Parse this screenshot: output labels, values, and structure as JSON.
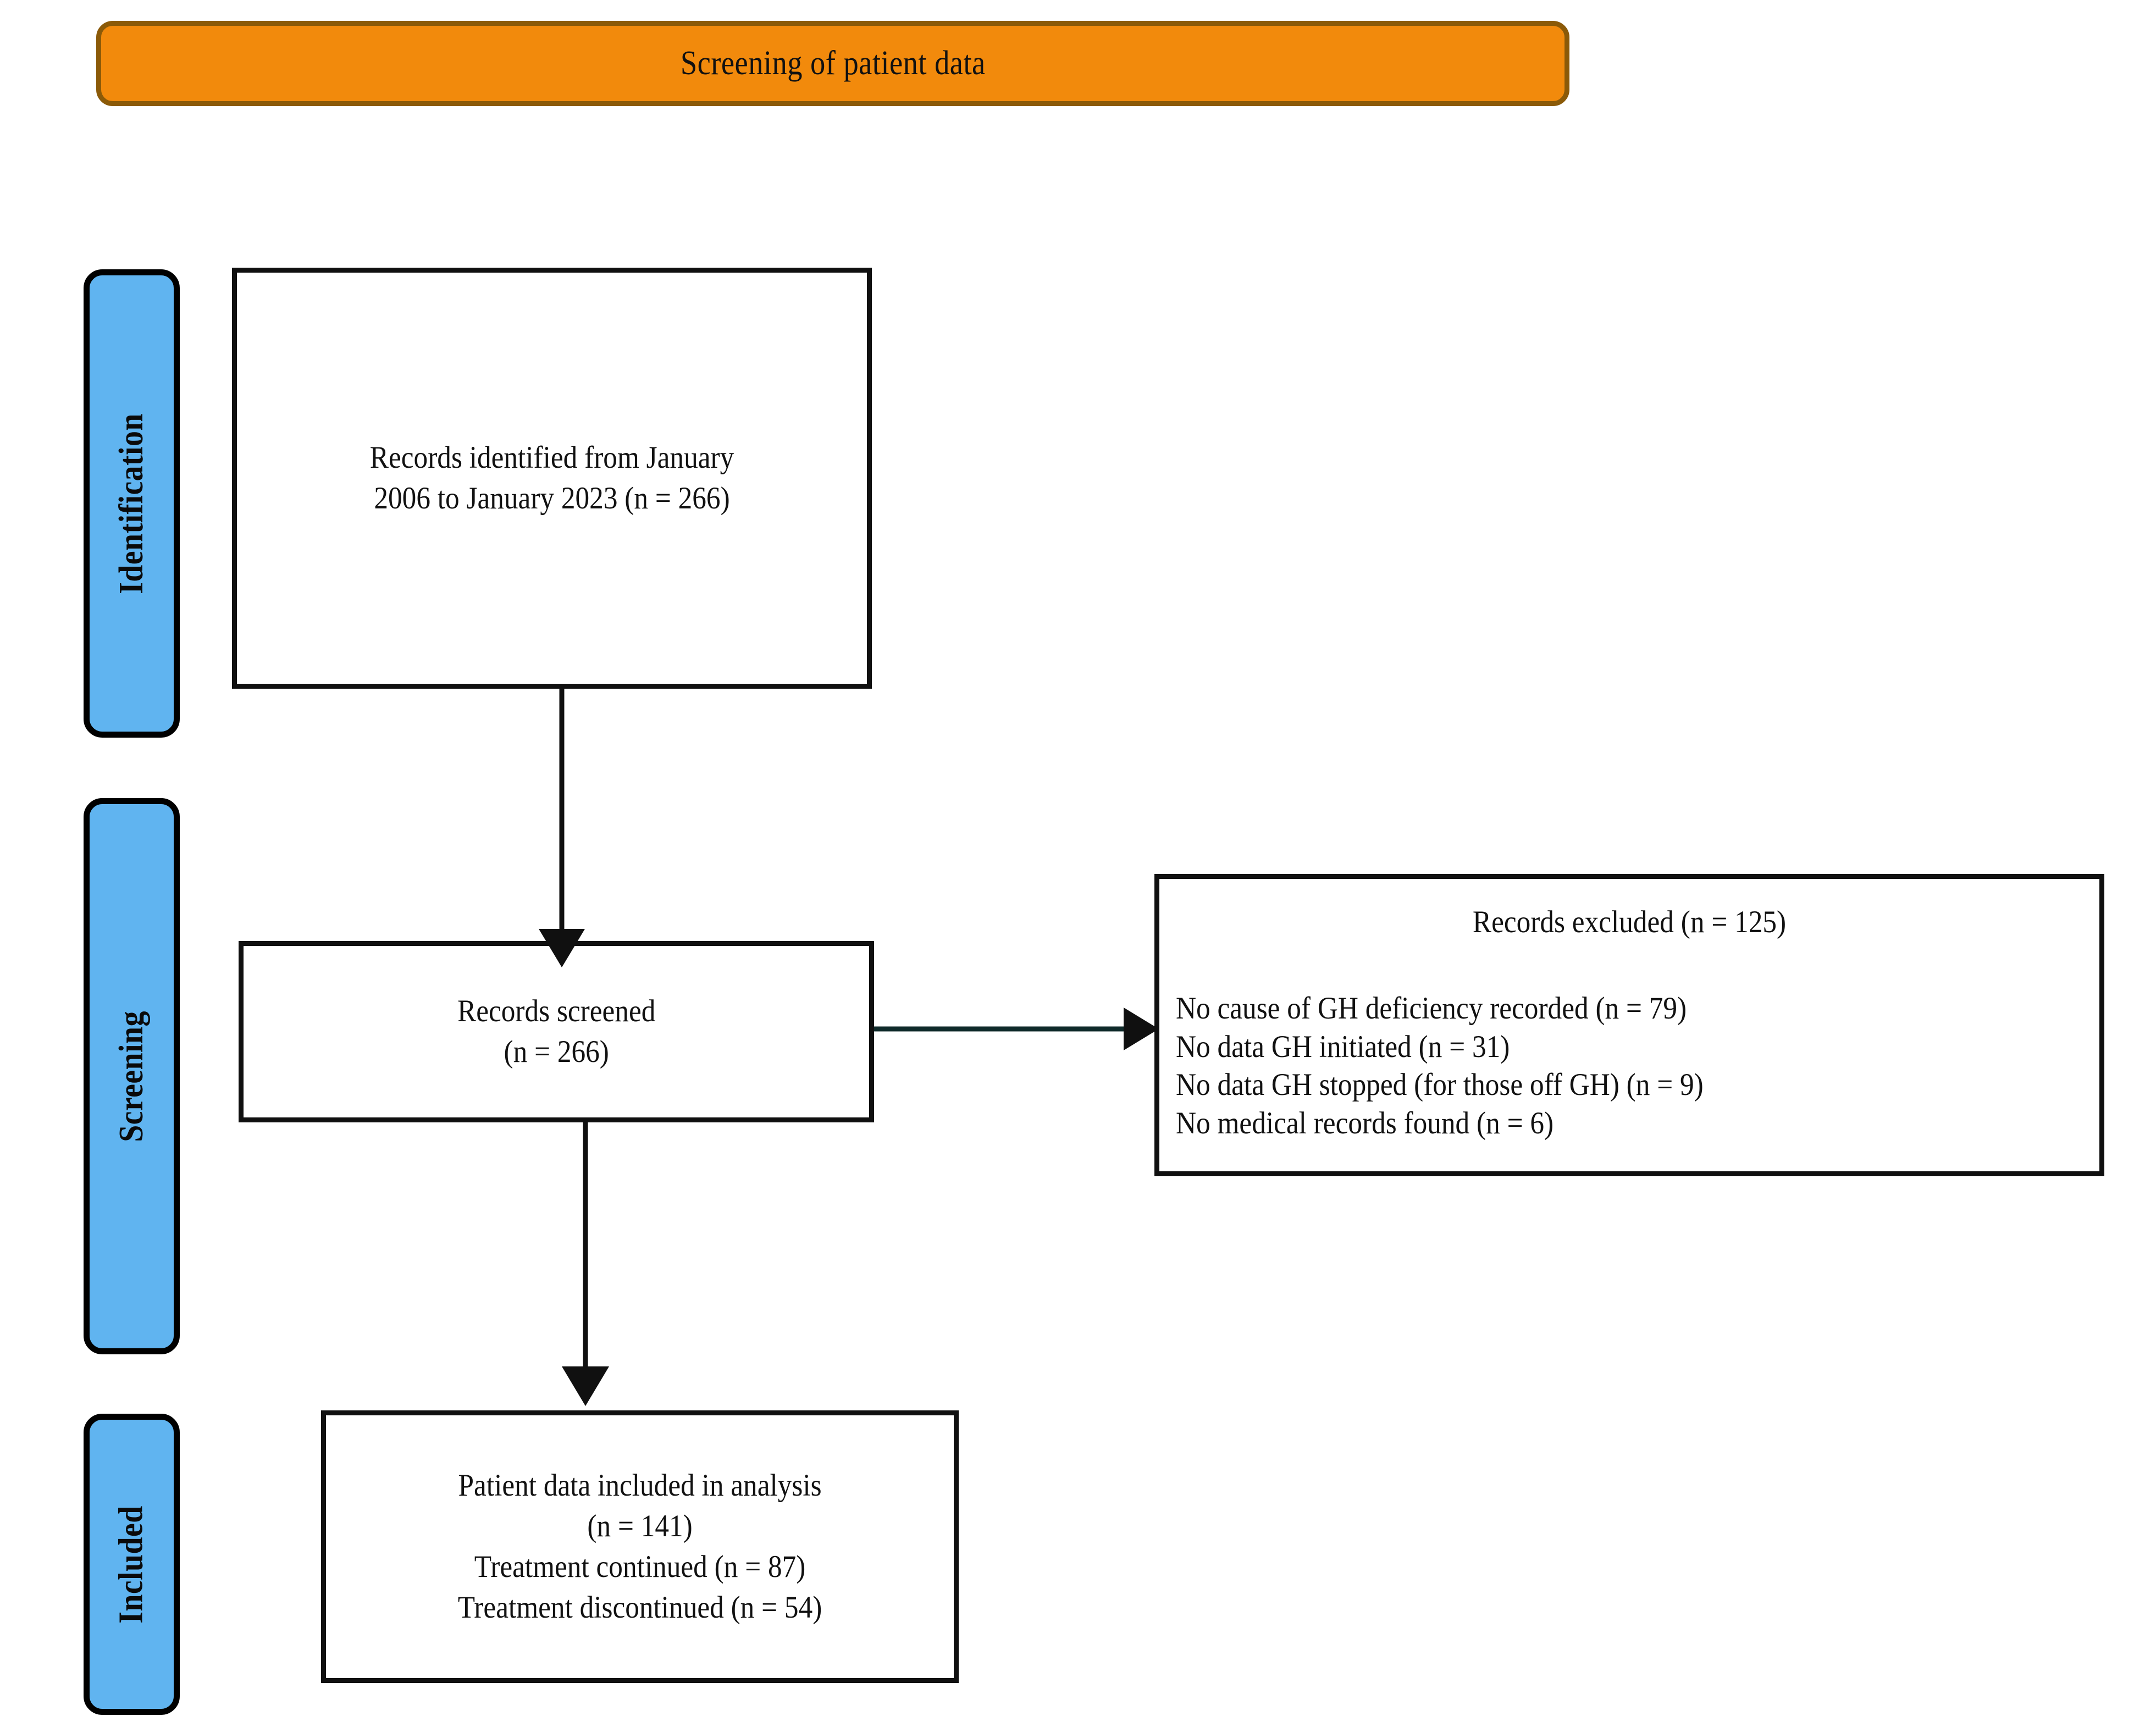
{
  "header": {
    "title": "Screening of patient data",
    "fill_color": "#F28A0C",
    "border_color": "#8B5A08"
  },
  "stages": [
    {
      "id": "identification",
      "label": "Identification",
      "fill_color": "#60B4F0"
    },
    {
      "id": "screening",
      "label": "Screening",
      "fill_color": "#60B4F0"
    },
    {
      "id": "included",
      "label": "Included",
      "fill_color": "#60B4F0"
    }
  ],
  "boxes": {
    "identified": {
      "lines": [
        "Records identified from January",
        "2006 to January 2023 (n = 266)"
      ]
    },
    "screened": {
      "lines": [
        "Records screened",
        "(n = 266)"
      ]
    },
    "excluded": {
      "title": "Records excluded (n = 125)",
      "items": [
        "No cause of GH deficiency recorded (n = 79)",
        "No data GH initiated (n = 31)",
        "No data GH stopped (for those off GH) (n = 9)",
        "No medical records found (n = 6)"
      ]
    },
    "included": {
      "lines": [
        "Patient data included in analysis",
        "(n = 141)",
        "Treatment continued (n = 87)",
        "Treatment discontinued (n = 54)"
      ]
    }
  },
  "connectors": [
    {
      "id": "identified-to-screened",
      "direction": "down"
    },
    {
      "id": "screened-to-excluded",
      "direction": "right"
    },
    {
      "id": "screened-to-included",
      "direction": "down"
    }
  ],
  "chart_data": {
    "type": "diagram",
    "title": "Screening of patient data",
    "diagram_kind": "prisma-flow",
    "stages": [
      "Identification",
      "Screening",
      "Included"
    ],
    "nodes": [
      {
        "stage": "Identification",
        "label": "Records identified from January 2006 to January 2023",
        "n": 266
      },
      {
        "stage": "Screening",
        "label": "Records screened",
        "n": 266
      },
      {
        "stage": "Screening",
        "label": "Records excluded",
        "n": 125,
        "breakdown": [
          {
            "reason": "No cause of GH deficiency recorded",
            "n": 79
          },
          {
            "reason": "No data GH initiated",
            "n": 31
          },
          {
            "reason": "No data GH stopped (for those off GH)",
            "n": 9
          },
          {
            "reason": "No medical records found",
            "n": 6
          }
        ]
      },
      {
        "stage": "Included",
        "label": "Patient data included in analysis",
        "n": 141,
        "breakdown": [
          {
            "reason": "Treatment continued",
            "n": 87
          },
          {
            "reason": "Treatment discontinued",
            "n": 54
          }
        ]
      }
    ],
    "edges": [
      {
        "from": "Records identified from January 2006 to January 2023",
        "to": "Records screened"
      },
      {
        "from": "Records screened",
        "to": "Records excluded"
      },
      {
        "from": "Records screened",
        "to": "Patient data included in analysis"
      }
    ]
  }
}
